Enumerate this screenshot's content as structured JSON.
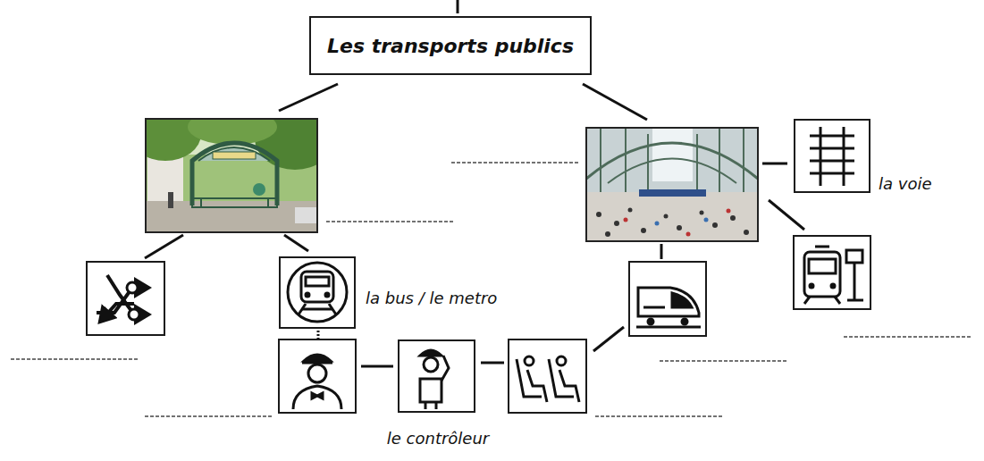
{
  "diagram": {
    "nodes": [
      {
        "text": [
          "Les transports publics"
        ]
      },
      {
        "text": [
          "la voie"
        ]
      },
      {
        "text": [
          "la bus / le metro"
        ]
      },
      {
        "text": [
          "le contrôleur"
        ]
      }
    ]
  }
}
